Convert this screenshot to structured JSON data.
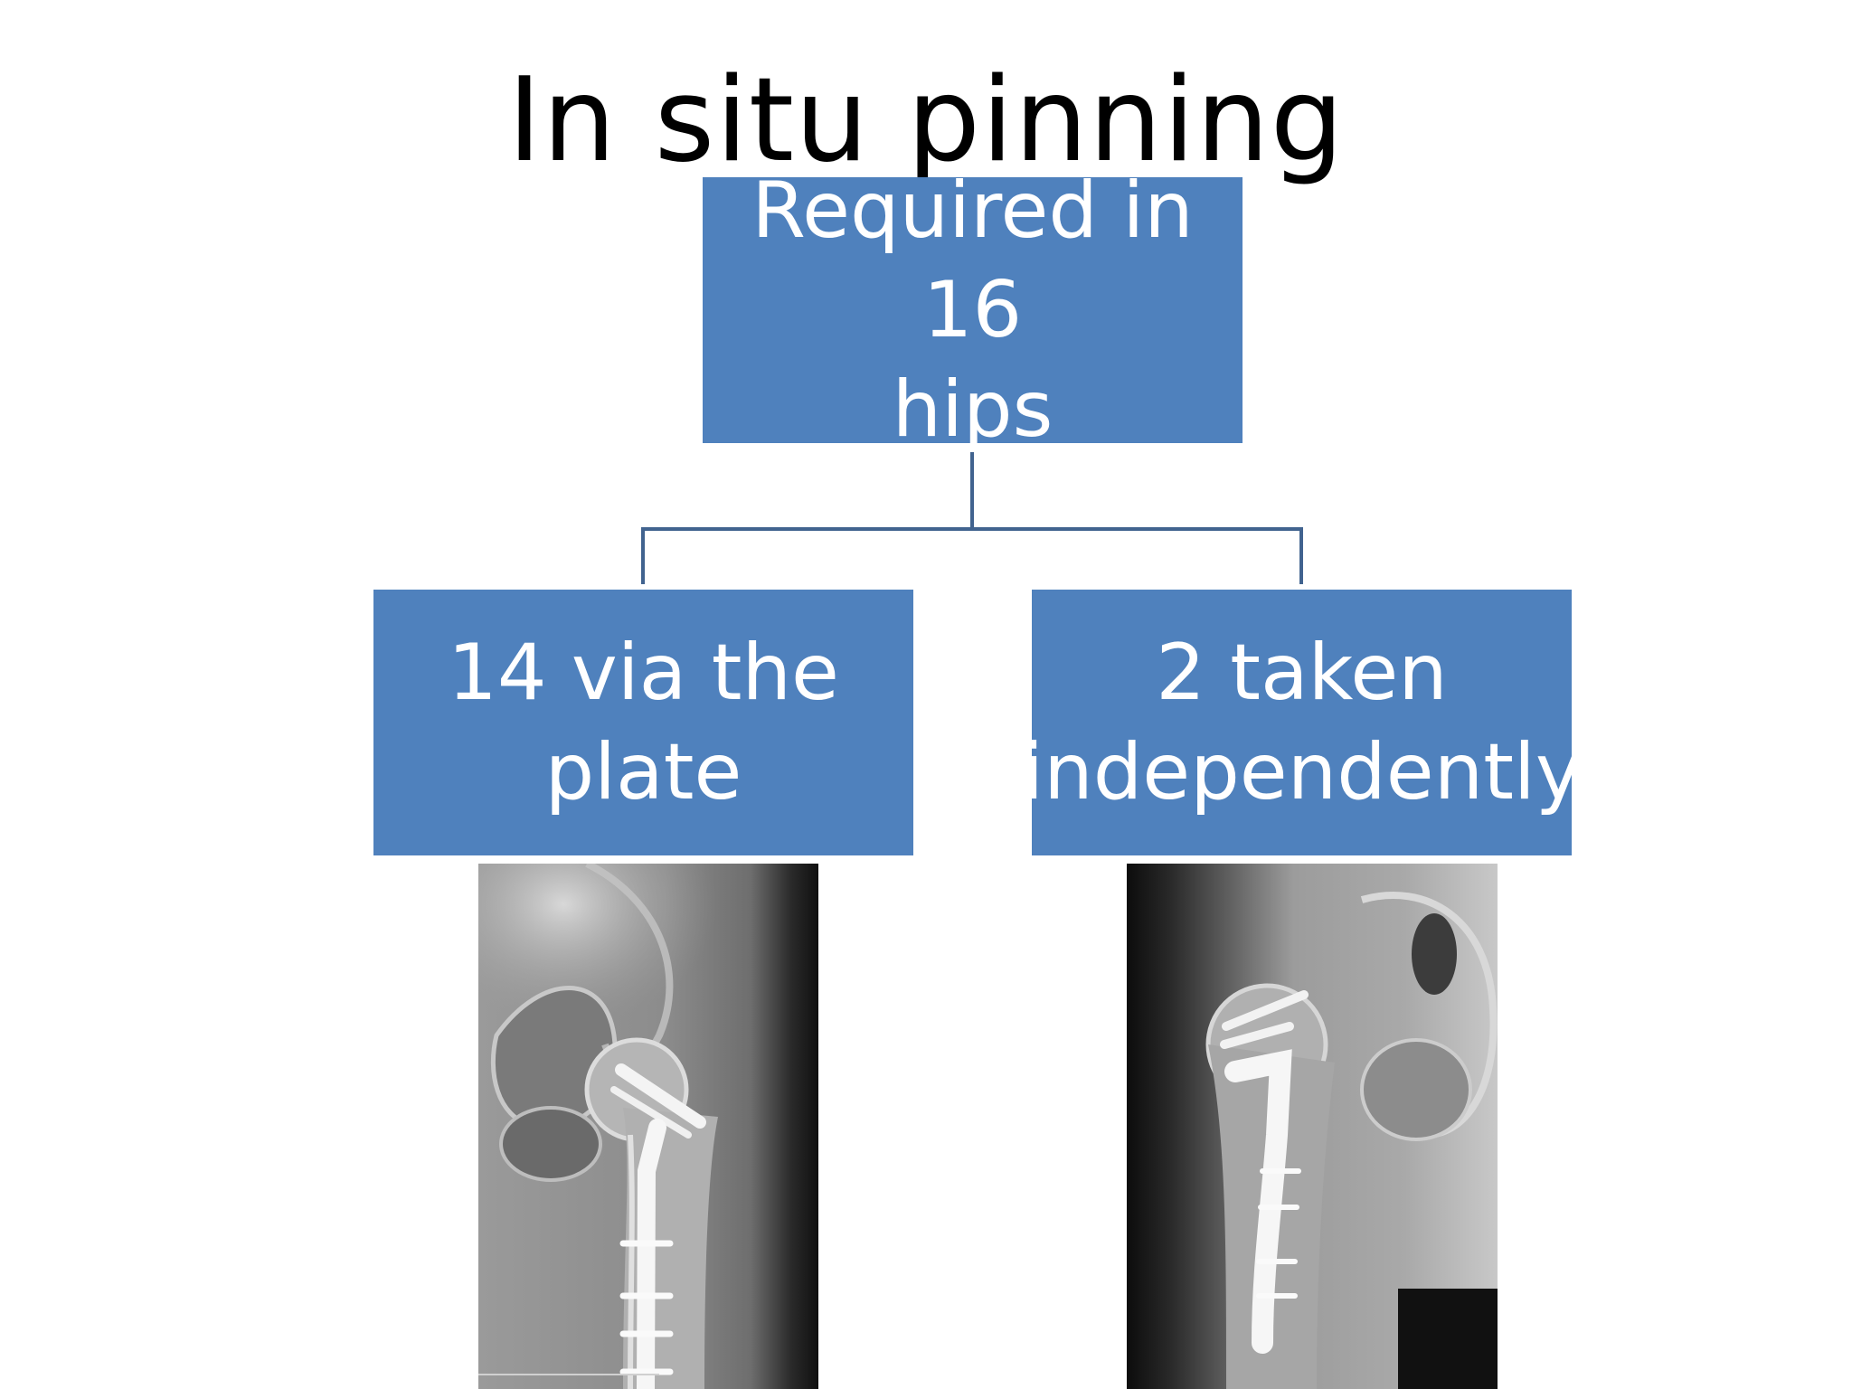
{
  "slide": {
    "title": "In situ pinning"
  },
  "diagram": {
    "root": {
      "label": "Required in 16\nhips"
    },
    "children": [
      {
        "label": "14 via the\nplate"
      },
      {
        "label": "2 taken\nindependently"
      }
    ],
    "box_color": "#4f81bd",
    "connector_color": "#41638f"
  },
  "images": [
    {
      "icon": "xray-hip-plate-image"
    },
    {
      "icon": "xray-hip-independent-pins-image"
    }
  ]
}
